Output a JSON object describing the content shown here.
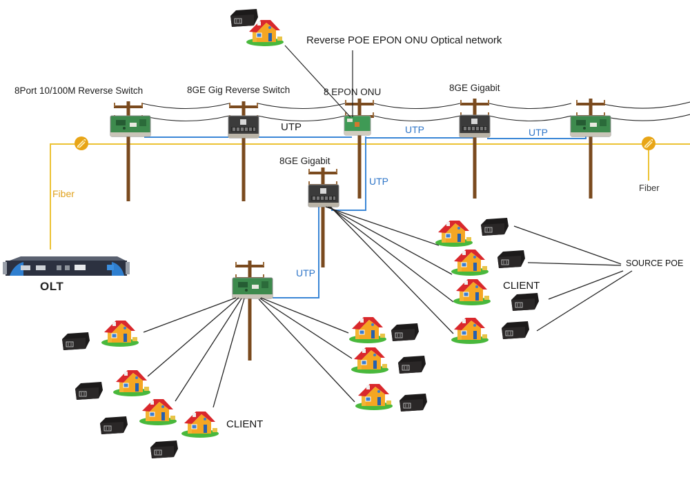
{
  "diagram": {
    "title": "Reverse POE EPON ONU Optical network",
    "labels": {
      "switch_100m": "8Port 10/100M Reverse Switch",
      "switch_gig": "8GE Gig Reverse Switch",
      "epon_onu": "8 EPON ONU",
      "gigabit_top": "8GE Gigabit",
      "gigabit_mid": "8GE Gigabit",
      "olt": "OLT",
      "fiber_left": "Fiber",
      "fiber_right": "Fiber",
      "utp_1": "UTP",
      "utp_2": "UTP",
      "utp_3": "UTP",
      "utp_4": "UTP",
      "utp_5": "UTP",
      "client_right": "CLIENT",
      "client_left": "CLIENT",
      "source_poe": "SOURCE POE"
    },
    "colors": {
      "fiber": "#ecc233",
      "fiber_node": "#e8a517",
      "utp": "#3a86d6",
      "pole": "#7a4a1e",
      "wire": "#222222",
      "board_green": "#3a8a4a",
      "board_dark": "#3b3b3b",
      "house_roof": "#d9282c",
      "house_wall": "#f4b533",
      "grass": "#49b83c",
      "poe_adapter": "#1c1a1a"
    },
    "icons": {
      "pole": "utility-pole-icon",
      "switch_board": "switch-board-icon",
      "house": "house-icon",
      "poe_adapter": "poe-adapter-icon",
      "fiber_splitter": "fiber-splitter-icon",
      "olt_device": "olt-device-icon"
    }
  }
}
